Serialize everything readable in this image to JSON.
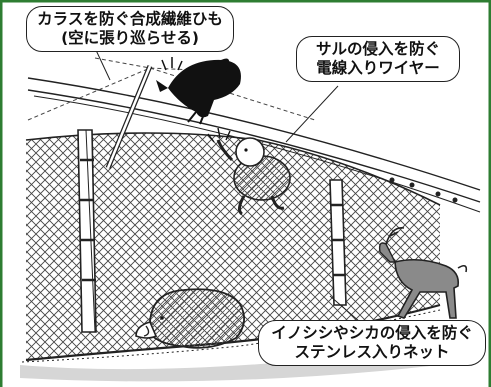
{
  "colors": {
    "background": "#ffffff",
    "frame": "#2e7d32",
    "ink": "#111111",
    "net": "#3a3a3a",
    "shadow": "#bdbdbd"
  },
  "callouts": {
    "crow": {
      "line1": "カラスを防ぐ合成繊維ひも",
      "line2": "(空に張り巡らせる)"
    },
    "monkey": {
      "line1": "サルの侵入を防ぐ",
      "line2": "電線入りワイヤー"
    },
    "boar_deer": {
      "line1": "イノシシやシカの侵入を防ぐ",
      "line2": "ステンレス入りネット"
    }
  },
  "icons": [
    "crow-icon",
    "monkey-icon",
    "boar-icon",
    "deer-icon"
  ]
}
